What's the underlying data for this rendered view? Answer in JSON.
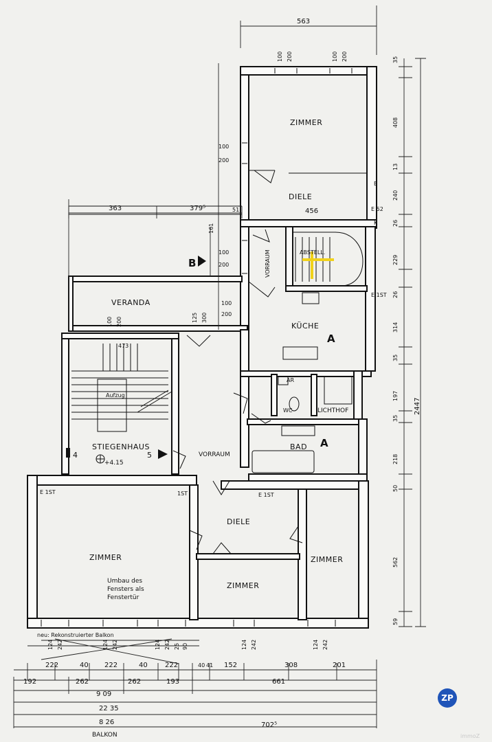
{
  "rooms": {
    "zimmer_top": "ZIMMER",
    "diele_top": "DIELE",
    "vorraum_top": "VORRAUM",
    "abstell": "ABSTELL.",
    "veranda": "VERANDA",
    "kueche": "KÜCHE",
    "ar": "AR",
    "wc": "WC",
    "lichthof": "LICHTHOF",
    "bad": "BAD",
    "aufzug": "Aufzug",
    "stiegenhaus": "STIEGENHAUS",
    "vorraum": "VORRAUM",
    "diele": "DIELE",
    "zimmer_left": "ZIMMER",
    "zimmer_mid": "ZIMMER",
    "zimmer_right": "ZIMMER",
    "balkon": "BALKON"
  },
  "notes": {
    "umbau_1": "Umbau des",
    "umbau_2": "Fensters als",
    "umbau_3": "Fenstertür",
    "balkon_note": "neu: Rekonstruierter Balkon",
    "elevation": "+4.15",
    "e1st": "E 1ST",
    "ist": "1ST",
    "e": "E",
    "k": "K"
  },
  "section_marks": {
    "b": "B",
    "a": "A",
    "four": "4",
    "five": "5"
  },
  "dims": {
    "top_width": "563",
    "w100": "100",
    "w200": "200",
    "d363": "363",
    "d3795": "379⁵",
    "d51": "51",
    "d456": "456",
    "e52": "E 52",
    "d161": "161",
    "d125": "125",
    "d300": "300",
    "d473": "473",
    "r35": "35",
    "r408": "408",
    "r13": "13",
    "r240": "240",
    "r26": "26",
    "r229": "229",
    "r26b": "26",
    "r314": "314",
    "r35b": "35",
    "r197": "197",
    "r35c": "35",
    "r218": "218",
    "r50": "50",
    "r562": "562",
    "r59": "59",
    "total_right": "2447",
    "b124": "124",
    "b242": "242",
    "b25": "25",
    "b90": "90",
    "b222": "222",
    "b40": "40",
    "b41": "41",
    "b152": "152",
    "b308": "308",
    "b201": "201",
    "b192": "192",
    "b262": "262",
    "b193": "193",
    "b661": "661",
    "b909": "9 09",
    "b2235": "22 35",
    "b826": "8 26",
    "b7025": "702⁵"
  },
  "logo": {
    "text": "ZP",
    "color": "#1f54b8"
  },
  "watermark": "immoZ"
}
